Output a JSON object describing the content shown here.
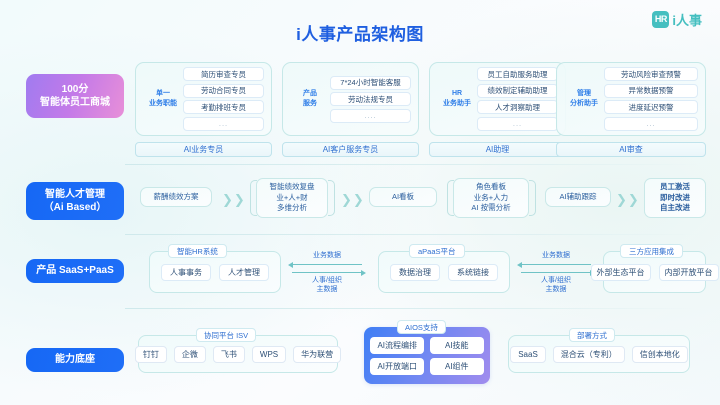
{
  "header": {
    "title": "i人事产品架构图",
    "logo_badge": "HR",
    "logo_text": "i人事"
  },
  "rows": [
    {
      "label": "100分\n智能体员工商城",
      "label_line1": "100分",
      "label_line2": "智能体员工商城",
      "groups": [
        {
          "category": "单一\n业务职能",
          "cat_line1": "单一",
          "cat_line2": "业务职能",
          "items": [
            "简历审查专员",
            "劳动合同专员",
            "考勤排班专员",
            "..."
          ],
          "footer": "AI业务专员"
        },
        {
          "category": "产品\n服务",
          "cat_line1": "产品",
          "cat_line2": "服务",
          "items": [
            "7*24小时智能客服",
            "劳动法规专员",
            "...."
          ],
          "footer": "AI客户服务专员"
        },
        {
          "category": "HR\n业务助手",
          "cat_line1": "HR",
          "cat_line2": "业务助手",
          "items": [
            "员工自助服务助理",
            "绩效制定辅助助理",
            "人才洞察助理",
            "..."
          ],
          "footer": "AI助理"
        },
        {
          "category": "管理\n分析助手",
          "cat_line1": "管理",
          "cat_line2": "分析助手",
          "items": [
            "劳动风险审查预警",
            "异常数据预警",
            "进度延迟预警",
            "..."
          ],
          "footer": "AI审查"
        }
      ]
    },
    {
      "label_line1": "智能人才管理",
      "label_line2": "（Ai Based）",
      "nodes": [
        {
          "text": "薪酬绩效方案",
          "braced": false
        },
        {
          "text": "智能绩效复盘\n业+人+财\n多维分析",
          "braced": true,
          "l1": "智能绩效复盘",
          "l2": "业+人+财",
          "l3": "多维分析"
        },
        {
          "text": "AI看板",
          "braced": false
        },
        {
          "text": "角色看板\n业务+人力\nAI 按需分析",
          "braced": true,
          "l1": "角色看板",
          "l2": "业务+人力",
          "l3": "AI 按需分析"
        },
        {
          "text": "AI辅助跟踪",
          "braced": false
        },
        {
          "text": "员工激活\n即时改进\n自主改进",
          "braced": false,
          "l1": "员工激活",
          "l2": "即时改进",
          "l3": "自主改进"
        }
      ]
    },
    {
      "label": "产品 SaaS+PaaS",
      "cards": [
        {
          "cap": "智能HR系统",
          "chips": [
            "人事事务",
            "人才管理"
          ]
        },
        {
          "cap": "aPaaS平台",
          "chips": [
            "数据治理",
            "系统链接"
          ]
        },
        {
          "cap": "三方应用集成",
          "chips": [
            "外部生态平台",
            "内部开放平台"
          ]
        }
      ],
      "flows": [
        {
          "top": "业务数据",
          "bottom_l1": "人事/组织",
          "bottom_l2": "主数据"
        },
        {
          "top": "业务数据",
          "bottom_l1": "人事/组织",
          "bottom_l2": "主数据"
        }
      ]
    },
    {
      "label": "能力底座",
      "cards": [
        {
          "cap": "协同平台 ISV",
          "chips": [
            "钉钉",
            "企微",
            "飞书",
            "WPS",
            "华为联营"
          ]
        },
        {
          "cap": "AIOS支持",
          "chips": [
            "AI流程编排",
            "AI技能",
            "AI开放端口",
            "AI组件"
          ]
        },
        {
          "cap": "部署方式",
          "chips": [
            "SaaS",
            "混合云（专利）",
            "信创本地化"
          ]
        }
      ]
    }
  ],
  "colors": {
    "title_blue": "#1f5fe0",
    "logo_teal": "#45bfc0",
    "pill_blue": "#1668f5",
    "pill_purple": "#b07ced",
    "card_border": "#c6e8e8",
    "arrow_teal": "#6fc3c6"
  }
}
